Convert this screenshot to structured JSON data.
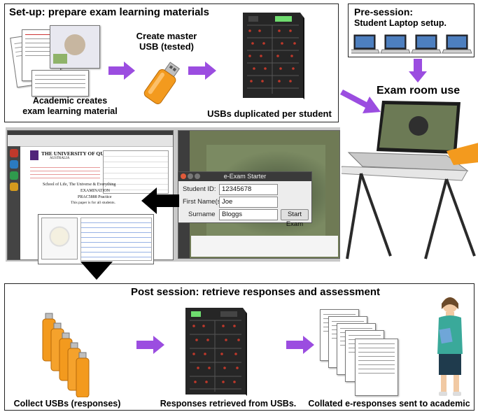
{
  "setup": {
    "title": "Set-up: prepare exam learning materials",
    "academic_label": "Academic creates\nexam learning material",
    "usb_label": "Create master\nUSB (tested)",
    "dup_label": "USBs duplicated per student"
  },
  "presession": {
    "title_1": "Pre-session:",
    "title_2": "Student Laptop setup."
  },
  "examroom": {
    "label": "Exam room use"
  },
  "starter": {
    "window_title": "e-Exam Starter",
    "student_id_label": "Student ID:",
    "student_id_value": "12345678",
    "first_name_label": "First Name(s):",
    "first_name_value": "Joe",
    "surname_label": "Surname",
    "surname_value": "Bloggs",
    "start_button": "Start Exam"
  },
  "exam_doc": {
    "uni_name": "THE UNIVERSITY OF QUEENSLAND",
    "uni_sub": "AUSTRALIA",
    "school": "School of Life, The Universe & Everything",
    "exam": "EXAMINATION",
    "course": "PRAC5888 Practice",
    "note": "This paper is for all students."
  },
  "post": {
    "title": "Post session: retrieve responses and assessment",
    "collect_label": "Collect USBs (responses)",
    "retrieved_label": "Responses retrieved from USBs.",
    "collated_label": "Collated e-responses sent to academic"
  },
  "colors": {
    "arrow_purple": "#9b4de0",
    "arrow_black": "#000000",
    "usb_orange": "#f39a1e",
    "duplicator_dark": "#2a2a2a"
  }
}
